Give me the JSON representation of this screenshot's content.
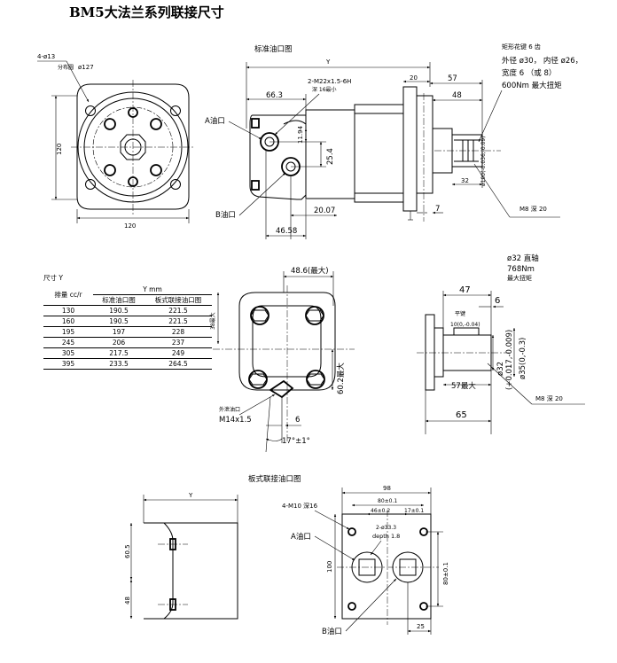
{
  "title": "BM5大法兰系列联接尺寸",
  "front_view": {
    "holes": "4-ø13",
    "pcd_label": "分布圆",
    "pcd_value": "ø127",
    "width": "120",
    "height": "120"
  },
  "side_view": {
    "title": "标准油口图",
    "y": "Y",
    "d20": "20",
    "d57": "57",
    "d48": "48",
    "d66": "66.3",
    "thread": "2-M22x1.5-6H",
    "thread_depth": "深 16最小",
    "d1194": "11.94",
    "d254": "25.4",
    "d32": "32",
    "d2007": "20.07",
    "d4658": "46.58",
    "d7": "7",
    "shaft_dia": "ø100(-0.036,-0.09)",
    "port_a": "A油口",
    "port_b": "B油口",
    "spline": [
      "矩形花键  6  齿",
      "外径  ø30，  内径  ø26，",
      "宽度  6  （或  8）",
      "600Nm  最大扭矩"
    ],
    "m8": "M8  深  20"
  },
  "y_table": {
    "caption": "尺寸  Y",
    "col0": "排量  cc/r",
    "col_group": "Y  mm",
    "col1": "标准油口图",
    "col2": "板式联接油口图",
    "rows": [
      [
        "130",
        "190.5",
        "221.5"
      ],
      [
        "160",
        "190.5",
        "221.5"
      ],
      [
        "195",
        "197",
        "228"
      ],
      [
        "245",
        "206",
        "237"
      ],
      [
        "305",
        "217.5",
        "249"
      ],
      [
        "395",
        "233.5",
        "264.5"
      ]
    ]
  },
  "port_view": {
    "d486": "48.6(最大)",
    "d60": "60.2最大",
    "d6": "6",
    "d17": "17°±1°",
    "m14": "M14x1.5",
    "drain": "外泄油口",
    "left": "38最大"
  },
  "shaft_view": {
    "title": [
      "ø32  直轴",
      "768Nm",
      "最大扭矩"
    ],
    "d47": "47",
    "d6": "6",
    "key": "平键",
    "key_dim": "10(0,-0.04)",
    "d32": "ø32",
    "d32_tol": "(+0.017,-0.009)",
    "d35": "ø35(0,-0.3)",
    "d57": "57最大",
    "d65": "65",
    "m8": "M8  深  20"
  },
  "plate_view": {
    "title": "板式联接油口图",
    "y": "Y",
    "d605": "60.5",
    "d48": "48",
    "d98": "98",
    "d80": "80±0.1",
    "d46": "46±0.2",
    "d17": "17±0.1",
    "m10": "4-M10  深16",
    "holes": "2-ø33.3",
    "depth": "depth  1.8",
    "d100": "100",
    "d80v": "80±0.1",
    "d25": "25",
    "port_a": "A油口",
    "port_b": "B油口"
  }
}
